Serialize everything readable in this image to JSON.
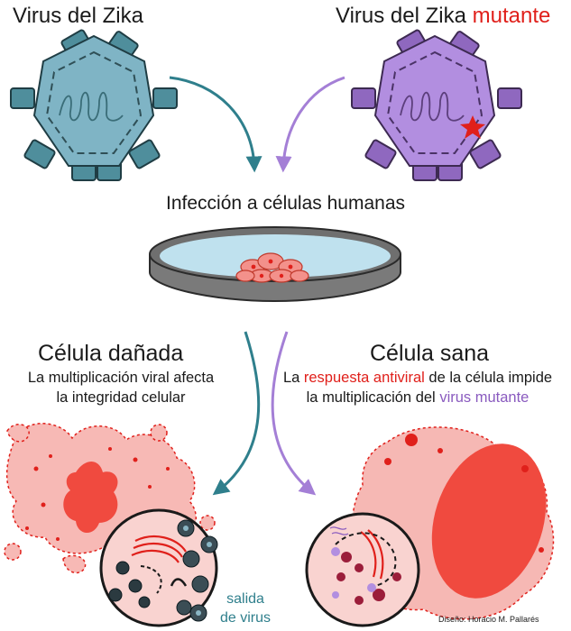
{
  "virus_left": {
    "title": "Virus del Zika"
  },
  "virus_right": {
    "title_plain": "Virus del Zika",
    "title_highlight": "mutante"
  },
  "infection_label": "Infección a células humanas",
  "damaged": {
    "title": "Célula dañada",
    "line1": "La multiplicación viral afecta",
    "line2": "la integridad celular",
    "exit_line1": "salida",
    "exit_line2": "de virus"
  },
  "healthy": {
    "title": "Célula sana",
    "line1_pre": "La",
    "line1_highlight": "respuesta antiviral",
    "line1_post": "de la célula impide",
    "line2_pre": "la multiplicación del",
    "line2_highlight": "virus mutante"
  },
  "credit": "Diseño: Horacio M. Pallarés",
  "colors": {
    "teal": "#2f7f8c",
    "purple": "#9d6fd2",
    "red": "#e0201b",
    "cell_pink": "#f6b8b4",
    "cell_red": "#f04a3f"
  }
}
